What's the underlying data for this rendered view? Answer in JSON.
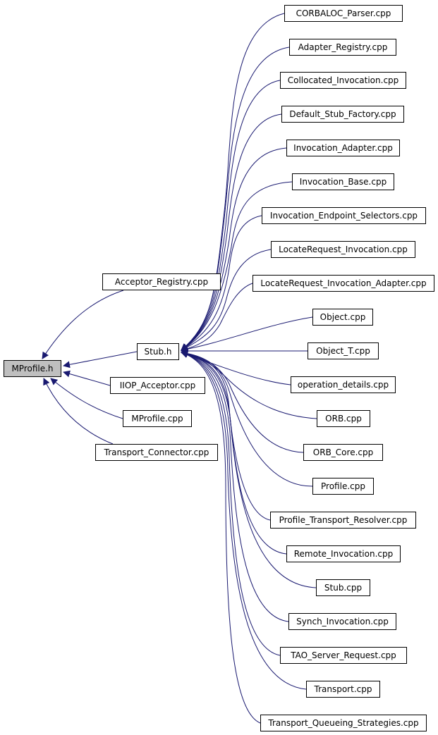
{
  "colors": {
    "edge": "#191970",
    "root_fill": "#bfbfbf",
    "node_fill": "#ffffff",
    "border": "#000000"
  },
  "nodes": {
    "mprofile_h": "MProfile.h",
    "stub_h": "Stub.h",
    "acceptor_registry": "Acceptor_Registry.cpp",
    "iiop_acceptor": "IIOP_Acceptor.cpp",
    "mprofile_cpp": "MProfile.cpp",
    "transport_connector": "Transport_Connector.cpp",
    "stub_includers": [
      "CORBALOC_Parser.cpp",
      "Adapter_Registry.cpp",
      "Collocated_Invocation.cpp",
      "Default_Stub_Factory.cpp",
      "Invocation_Adapter.cpp",
      "Invocation_Base.cpp",
      "Invocation_Endpoint_Selectors.cpp",
      "LocateRequest_Invocation.cpp",
      "LocateRequest_Invocation_Adapter.cpp",
      "Object.cpp",
      "Object_T.cpp",
      "operation_details.cpp",
      "ORB.cpp",
      "ORB_Core.cpp",
      "Profile.cpp",
      "Profile_Transport_Resolver.cpp",
      "Remote_Invocation.cpp",
      "Stub.cpp",
      "Synch_Invocation.cpp",
      "TAO_Server_Request.cpp",
      "Transport.cpp",
      "Transport_Queueing_Strategies.cpp"
    ]
  }
}
